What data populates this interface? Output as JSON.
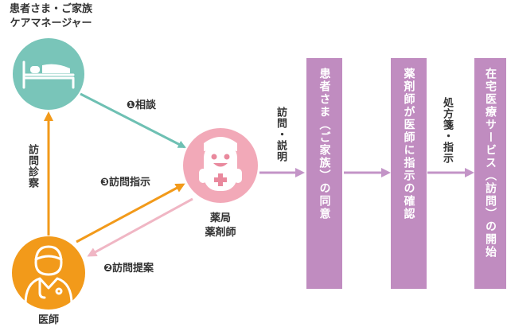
{
  "nodes": {
    "patient": {
      "line1": "患者さま・ご家族",
      "line2": "ケアマネージャー"
    },
    "pharmacist": {
      "line1": "薬局",
      "line2": "薬剤師"
    },
    "doctor": {
      "label": "医師"
    }
  },
  "edges": {
    "consult": "❶相談",
    "visit_exam": "訪問診察",
    "visit_order": "❸訪問指示",
    "visit_proposal": "❷訪問提案",
    "visit_explain": "訪問・説明",
    "prescription_order": "処方箋・指示"
  },
  "steps": [
    "患者さま（ご家族）の同意",
    "薬剤師が医師に指示の確認",
    "在宅医療サービス（訪問）の開始"
  ],
  "colors": {
    "teal_circle": "#79c5b9",
    "teal_arrow": "#6ec0b3",
    "pink_circle": "#f2a9b8",
    "pink_arrow": "#f0b6c4",
    "orange": "#f29a1a",
    "purple_box": "#c08cc0",
    "purple_arrow": "#c394c7"
  }
}
